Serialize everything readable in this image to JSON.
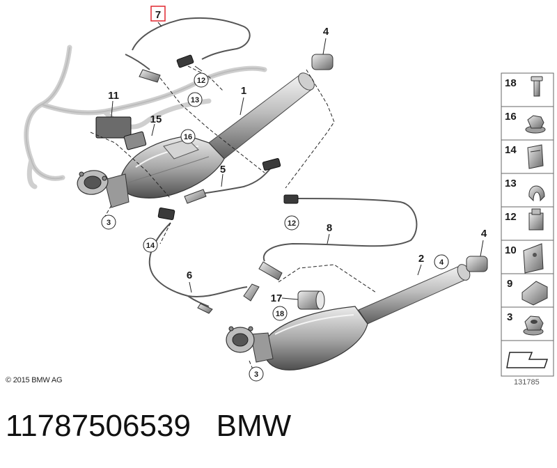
{
  "footer": {
    "copyright": "© 2015 BMW AG",
    "image_id": "131785"
  },
  "part": {
    "number": "11787506539",
    "brand": "BMW"
  },
  "callouts": {
    "c1": "1",
    "c2": "2",
    "c4a": "4",
    "c4b": "4",
    "c5": "5",
    "c6": "6",
    "c7": "7",
    "c8": "8",
    "c11": "11",
    "c15": "15",
    "c17": "17"
  },
  "circled": {
    "k3a": "3",
    "k3b": "3",
    "k4": "4",
    "k12a": "12",
    "k12b": "12",
    "k13": "13",
    "k14": "14",
    "k16": "16",
    "k18": "18"
  },
  "side_panel": [
    {
      "num": "18",
      "icon": "bolt-icon"
    },
    {
      "num": "16",
      "icon": "hex-flange-nut-icon"
    },
    {
      "num": "14",
      "icon": "clip-holder-icon"
    },
    {
      "num": "13",
      "icon": "cable-clip-icon"
    },
    {
      "num": "12",
      "icon": "plug-holder-icon"
    },
    {
      "num": "10",
      "icon": "bracket-icon"
    },
    {
      "num": "9",
      "icon": "clamp-icon"
    },
    {
      "num": "3",
      "icon": "hex-nut-icon"
    },
    {
      "num": "",
      "icon": "arrow-icon"
    }
  ],
  "colors": {
    "highlight": "#e0262e",
    "line": "#1a1a1a",
    "metal_light": "#d9d9d9",
    "metal_dark": "#6f6f6f"
  }
}
